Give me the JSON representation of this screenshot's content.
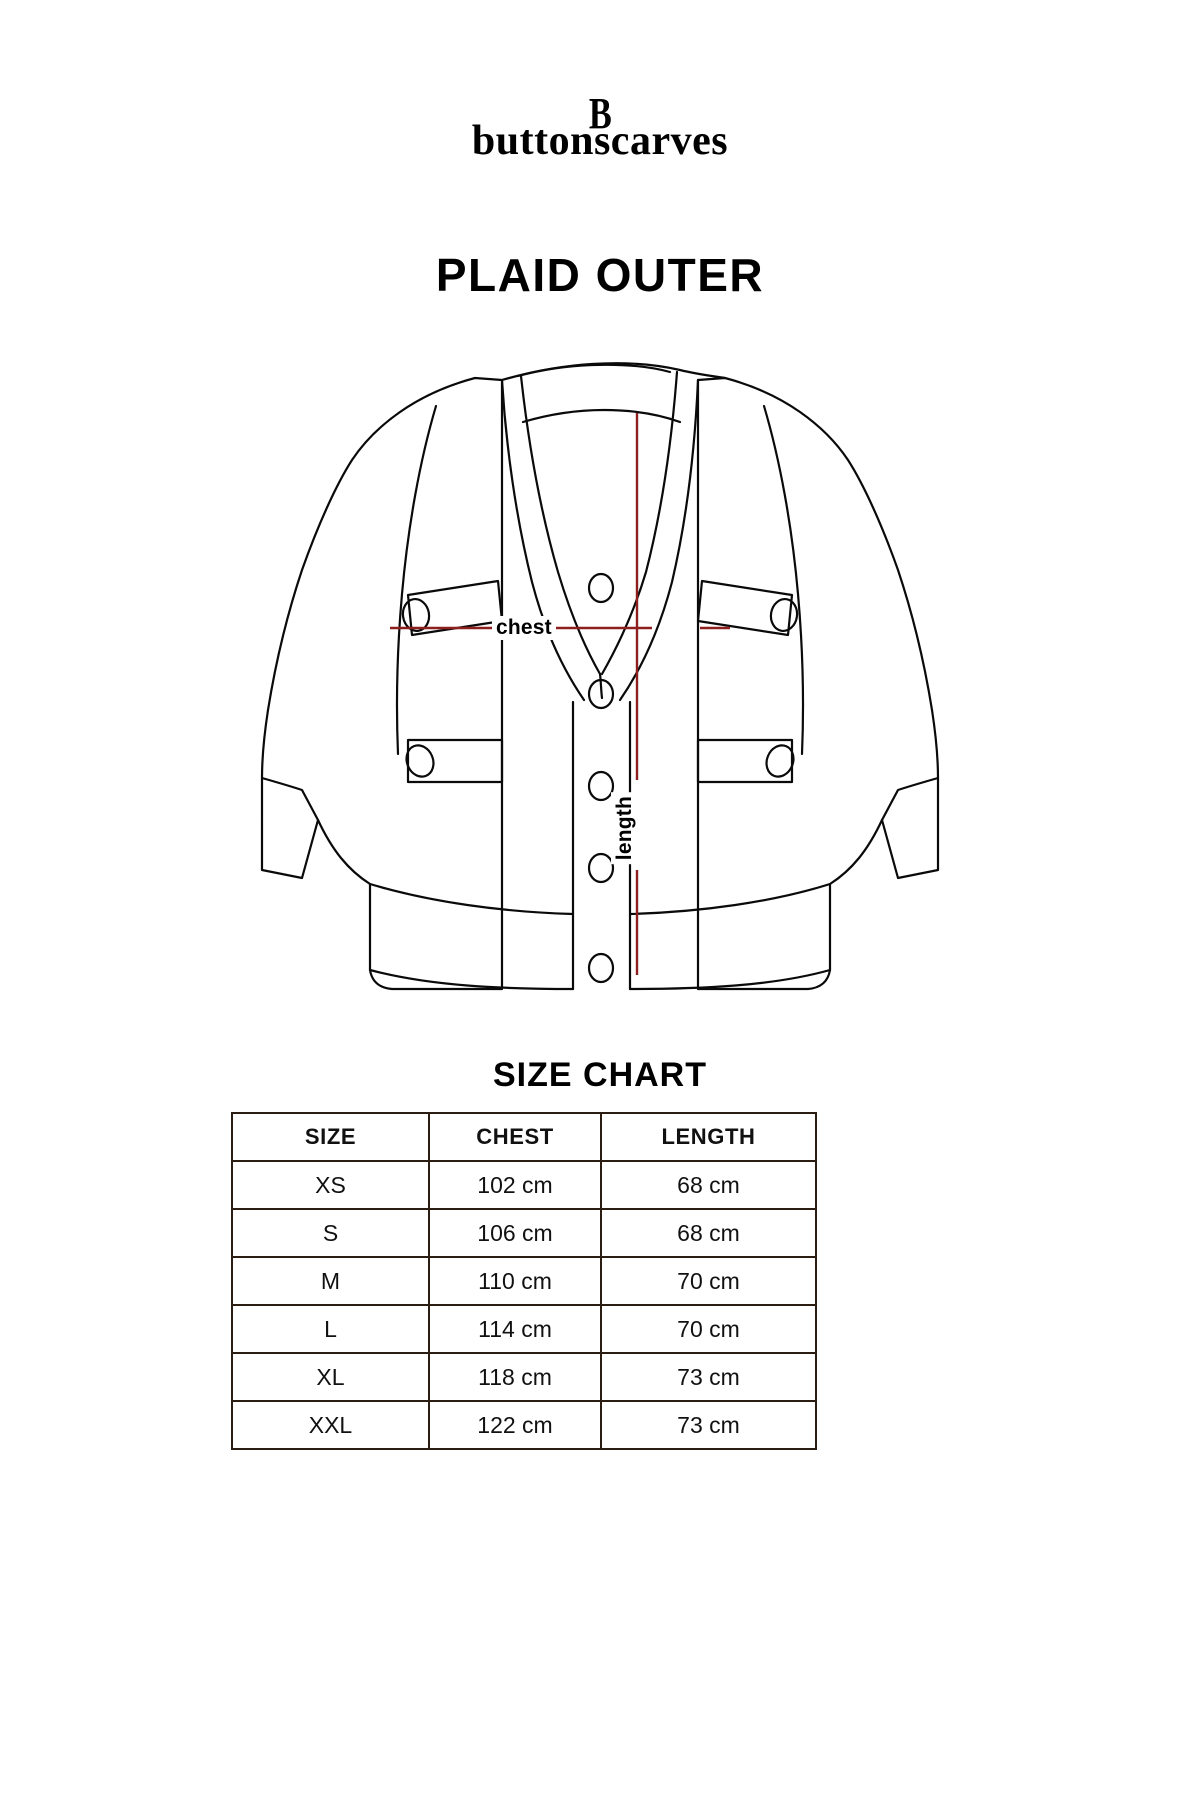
{
  "brand": {
    "monogram": "B",
    "wordmark": "buttonscarves"
  },
  "page_title": "PLAID OUTER",
  "illustration": {
    "alt": "technical flat sketch of plaid outer cardigan front view",
    "chest_label": "chest",
    "length_label": "length",
    "measurement_line_color": "#8f1f1f",
    "outline_color": "#0a0a0a",
    "button_count": 5,
    "pocket_flap_count": 4
  },
  "chart_heading": "SIZE CHART",
  "chart_data": {
    "type": "table",
    "title": "SIZE CHART",
    "columns": [
      "SIZE",
      "CHEST",
      "LENGTH"
    ],
    "rows": [
      [
        "XS",
        "102 cm",
        "68 cm"
      ],
      [
        "S",
        "106 cm",
        "68 cm"
      ],
      [
        "M",
        "110 cm",
        "70 cm"
      ],
      [
        "L",
        "114 cm",
        "70 cm"
      ],
      [
        "XL",
        "118 cm",
        "73 cm"
      ],
      [
        "XXL",
        "122 cm",
        "73 cm"
      ]
    ],
    "sizes": [
      "XS",
      "S",
      "M",
      "L",
      "XL",
      "XXL"
    ],
    "chest_cm": [
      102,
      106,
      110,
      114,
      118,
      122
    ],
    "length_cm": [
      68,
      68,
      70,
      70,
      73,
      73
    ],
    "unit": "cm"
  }
}
